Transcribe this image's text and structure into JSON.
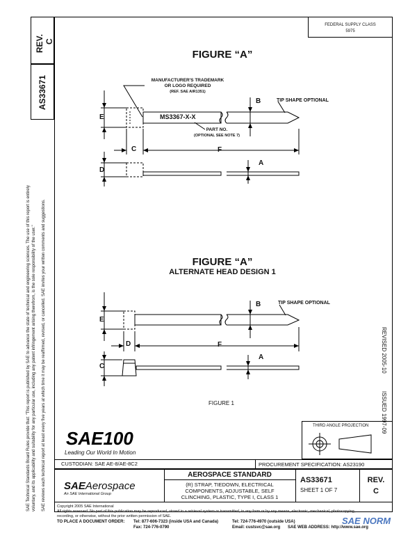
{
  "left_margin": {
    "rev_label": "REV.",
    "rev_value": "C",
    "doc_number": "AS33671",
    "disclaimer_1": "SAE Technical Standards Board Rules provide that: \"This report is published by SAE to advance the state of technical and engineering sciences. The use of this report is entirely",
    "disclaimer_2": "voluntary, and its applicability and suitability for any particular use, including any patent infringement arising therefrom, is the sole responsibility of the user.\"",
    "disclaimer_3": "SAE reviews each technical report at least every five years at which time it may be reaffirmed, revised, or cancelled. SAE invites your written comments and suggestions."
  },
  "top_right": {
    "line1": "FEDERAL SUPPLY CLASS",
    "line2": "5975"
  },
  "figure1": {
    "title": "FIGURE “A”",
    "trademark_line1": "MANUFACTURER'S TRADEMARK",
    "trademark_line2": "OR LOGO REQUIRED",
    "trademark_ref": "(REF. SAE AIR1351)",
    "part_marking": "MS3367-X-X",
    "partno_label": "PART NO.",
    "partno_note": "(OPTIONAL SEE NOTE 7)",
    "tip_label": "TIP SHAPE OPTIONAL",
    "dim_b": "B",
    "dim_e": "E",
    "dim_c": "C",
    "dim_f": "F",
    "dim_d": "D",
    "dim_a": "A"
  },
  "figure2": {
    "title": "FIGURE “A”",
    "subtitle": "ALTERNATE HEAD DESIGN 1",
    "tip_label": "TIP SHAPE OPTIONAL",
    "dim_b": "B",
    "dim_e": "E",
    "dim_d": "D",
    "dim_f": "F",
    "dim_c": "C",
    "dim_a": "A",
    "caption": "FIGURE 1"
  },
  "right_margin": {
    "revised": "REVISED 2005-10",
    "issued": "ISSUED 1997-09"
  },
  "logo": {
    "sae100": "SAE100",
    "tagline": "Leading Our World In Motion"
  },
  "third_angle": "THIRD ANGLE PROJECTION",
  "custodian": "CUSTODIAN: SAE AE-8/AE-8C2",
  "procurement": "PROCUREMENT SPECIFICATION: AS23190",
  "title_block": {
    "brand_sae": "SAE",
    "brand_aero": "Aerospace",
    "brand_sub": "An SAE International Group",
    "standard": "AEROSPACE STANDARD",
    "desc1": "(R) STRAP, TIEDOWN, ELECTRICAL",
    "desc2": "COMPONENTS, ADJUSTABLE, SELF",
    "desc3": "CLINCHING, PLASTIC, TYPE I, CLASS 1",
    "doc_number": "AS33671",
    "sheet": "SHEET 1 OF 7",
    "rev_label": "REV.",
    "rev_value": "C"
  },
  "footer": {
    "copyright": "Copyright 2005 SAE International",
    "rights": "All rights reserved. No part of this publication may be reproduced, stored in a retrieval system or transmitted, in any form or by any means, electronic, mechanical, photocopying,",
    "rights2": "recording, or otherwise, without the prior written permission of SAE.",
    "order_label": "TO PLACE A DOCUMENT ORDER:",
    "tel": "Tel: 877-606-7323 (inside USA and Canada)",
    "tel2": "Tel: 724-776-4970 (outside USA)",
    "fax": "Fax: 724-776-0790",
    "email": "Email: custsvc@sae.org",
    "web": "SAE WEB ADDRESS: http://www.sae.org",
    "watermark": "SAE NORM"
  }
}
